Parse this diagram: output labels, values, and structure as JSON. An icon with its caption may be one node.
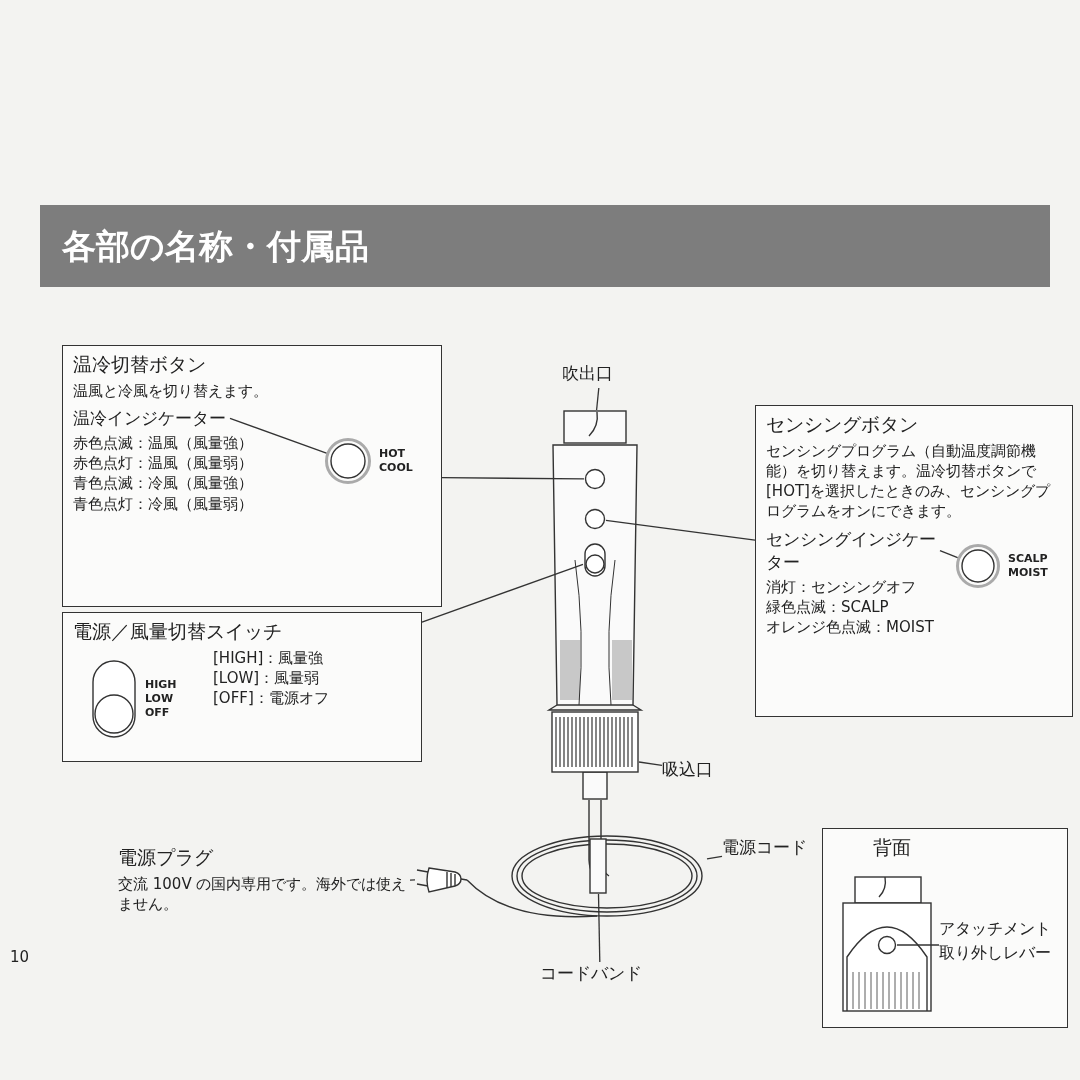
{
  "diagram": {
    "title": "各部の名称・付属品",
    "nodes": [
      {
        "text": [
          "温冷切替ボタン",
          "温風と冷風を切り替えます。",
          "温冷インジケーター",
          "赤色点滅：温風（風量強）",
          "赤色点灯：温風（風量弱）",
          "青色点滅：冷風（風量強）",
          "青色点灯：冷風（風量弱）"
        ]
      },
      {
        "text": [],
        "shape": "circle",
        "in": 0,
        "beside": [
          "HOT",
          "COOL"
        ]
      },
      {
        "text": [
          "センシングボタン",
          "センシングプログラム（自動温度調節機能）を切り替えます。温冷切替ボタンで[HOT]を選択したときのみ、センシングプログラムをオンにできます。",
          "センシングインジケーター",
          "消灯：センシングオフ",
          "緑色点滅：SCALP",
          "オレンジ色点滅：MOIST"
        ]
      },
      {
        "text": [],
        "shape": "circle",
        "in": 2,
        "beside": [
          "SCALP",
          "MOIST"
        ]
      },
      {
        "text": [
          "電源／風量切替スイッチ",
          "[HIGH]：風量強",
          "[LOW]：風量弱",
          "[OFF]：電源オフ"
        ]
      },
      {
        "text": [],
        "shape": "picture",
        "in": 4,
        "beside": [
          "HIGH",
          "LOW",
          "OFF"
        ]
      },
      {
        "text": [],
        "shape": "picture"
      },
      {
        "text": [],
        "shape": "circle",
        "in": 6
      },
      {
        "text": [],
        "shape": "circle",
        "in": 6
      },
      {
        "text": [],
        "shape": "picture",
        "in": 6
      },
      {
        "text": [
          "吹出口"
        ]
      },
      {
        "text": [],
        "shape": "box"
      },
      {
        "text": [
          "吸込口"
        ]
      },
      {
        "text": [],
        "shape": "picture"
      },
      {
        "text": [
          "電源プラグ",
          "交流 100V の国内専用です。海外では使えません。"
        ]
      },
      {
        "text": [],
        "shape": "picture"
      },
      {
        "text": [],
        "shape": "picture",
        "in": 15
      },
      {
        "text": [],
        "shape": "picture",
        "in": 15
      },
      {
        "text": [],
        "shape": "box",
        "in": 17
      },
      {
        "text": [
          "電源コード"
        ]
      },
      {
        "text": [
          "コードバンド"
        ]
      },
      {
        "text": [
          "背面"
        ]
      },
      {
        "text": [],
        "shape": "picture",
        "in": 21
      },
      {
        "text": [],
        "shape": "circle",
        "in": 22
      },
      {
        "text": [
          "アタッチメント取り外しレバー"
        ],
        "in": 21
      }
    ],
    "edges": [
      {
        "from": 0,
        "to": 7,
        "arrow": "none"
      },
      {
        "from": 0,
        "to": 1,
        "arrow": "none"
      },
      {
        "from": 2,
        "to": 8,
        "arrow": "none"
      },
      {
        "from": 2,
        "to": 3,
        "arrow": "none"
      },
      {
        "from": 4,
        "to": 9,
        "arrow": "none"
      },
      {
        "from": 10,
        "to": 11,
        "arrow": "none"
      },
      {
        "from": 12,
        "to": 13,
        "arrow": "none"
      },
      {
        "from": 14,
        "to": 16,
        "arrow": "none"
      },
      {
        "from": 19,
        "to": 17,
        "arrow": "none"
      },
      {
        "from": 20,
        "to": 18,
        "arrow": "none"
      },
      {
        "from": 24,
        "to": 23,
        "arrow": "none"
      }
    ],
    "labels": [
      "10"
    ]
  }
}
